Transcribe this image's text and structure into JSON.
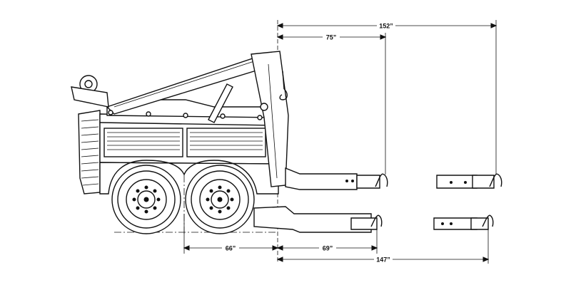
{
  "dimensions": {
    "top_long": "152”",
    "top_short": "75”",
    "bottom_left": "66”",
    "bottom_mid": "69”",
    "bottom_long": "147”"
  },
  "colors": {
    "line": "#111111",
    "background": "#ffffff"
  }
}
